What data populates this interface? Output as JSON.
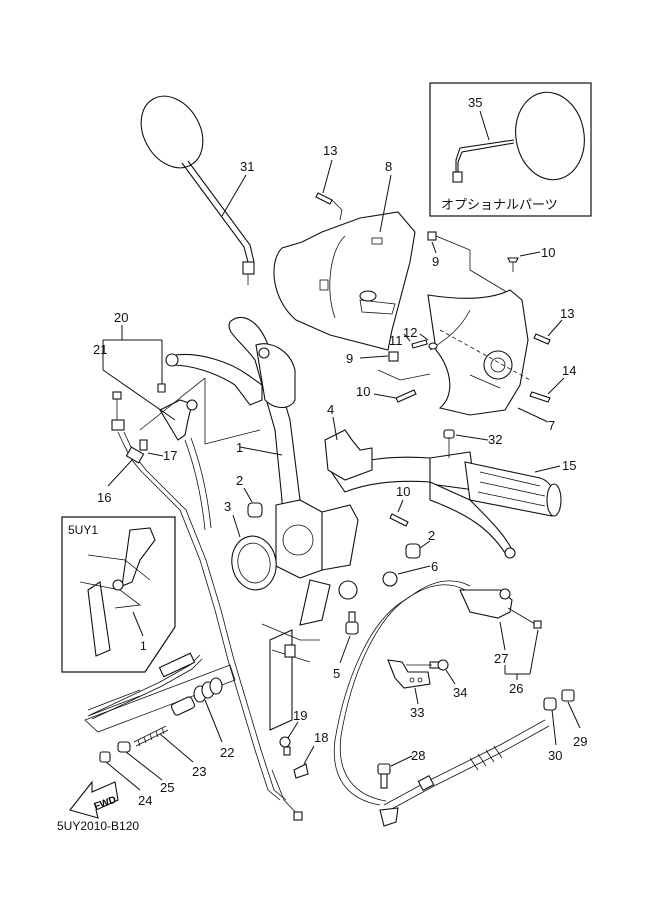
{
  "diagram": {
    "title_code": "5UY2010-B120",
    "inset_optional": {
      "part_number": "35",
      "caption": "オプショナルパーツ"
    },
    "inset_variant": {
      "model": "5UY1",
      "part_number": "1"
    },
    "fwd_arrow": "FWD",
    "callouts": [
      {
        "id": "c1",
        "label": "1"
      },
      {
        "id": "c2a",
        "label": "2"
      },
      {
        "id": "c2b",
        "label": "2"
      },
      {
        "id": "c3",
        "label": "3"
      },
      {
        "id": "c4",
        "label": "4"
      },
      {
        "id": "c5",
        "label": "5"
      },
      {
        "id": "c6",
        "label": "6"
      },
      {
        "id": "c7",
        "label": "7"
      },
      {
        "id": "c8",
        "label": "8"
      },
      {
        "id": "c9a",
        "label": "9"
      },
      {
        "id": "c9b",
        "label": "9"
      },
      {
        "id": "c10a",
        "label": "10"
      },
      {
        "id": "c10b",
        "label": "10"
      },
      {
        "id": "c10c",
        "label": "10"
      },
      {
        "id": "c11",
        "label": "11"
      },
      {
        "id": "c12",
        "label": "12"
      },
      {
        "id": "c13a",
        "label": "13"
      },
      {
        "id": "c13b",
        "label": "13"
      },
      {
        "id": "c14",
        "label": "14"
      },
      {
        "id": "c15",
        "label": "15"
      },
      {
        "id": "c16",
        "label": "16"
      },
      {
        "id": "c17",
        "label": "17"
      },
      {
        "id": "c18",
        "label": "18"
      },
      {
        "id": "c19",
        "label": "19"
      },
      {
        "id": "c20",
        "label": "20"
      },
      {
        "id": "c21",
        "label": "21"
      },
      {
        "id": "c22",
        "label": "22"
      },
      {
        "id": "c23",
        "label": "23"
      },
      {
        "id": "c24",
        "label": "24"
      },
      {
        "id": "c25",
        "label": "25"
      },
      {
        "id": "c26",
        "label": "26"
      },
      {
        "id": "c27",
        "label": "27"
      },
      {
        "id": "c28",
        "label": "28"
      },
      {
        "id": "c29",
        "label": "29"
      },
      {
        "id": "c30",
        "label": "30"
      },
      {
        "id": "c31",
        "label": "31"
      },
      {
        "id": "c32",
        "label": "32"
      },
      {
        "id": "c33",
        "label": "33"
      },
      {
        "id": "c34",
        "label": "34"
      }
    ]
  }
}
